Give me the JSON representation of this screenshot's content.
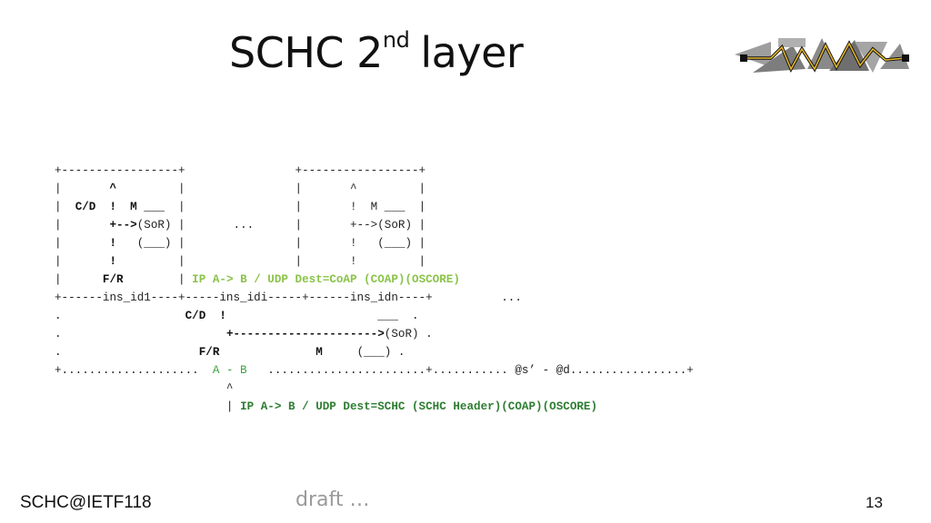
{
  "slide": {
    "title_main": "SCHC 2",
    "title_sup": "nd",
    "title_end": "layer",
    "footer_left": "SCHC@IETF118",
    "footer_center": "draft …",
    "page_number": "13"
  },
  "diagram": {
    "l1": "+-----------------+                +-----------------+",
    "l2a": "|       ",
    "l2b": "^",
    "l2c": "         |                |       ^         |",
    "l3a": "|  ",
    "l3b": "C/D  !  M ___",
    "l3c": "  |                |       !  M ___  |",
    "l4a": "|       ",
    "l4b": "+-->",
    "l4c": "(SoR) |       ...      |       +-->(SoR) |",
    "l5a": "|       ",
    "l5b": "!",
    "l5c": "   (___) |                |       !   (___) |",
    "l6a": "|       ",
    "l6b": "!",
    "l6c": "         |                |       !         |",
    "l7a": "|      ",
    "l7b": "F/R",
    "l7c": "        | ",
    "l7green": "IP A-> B / UDP Dest=CoAP (COAP)(OSCORE)",
    "l8": "+------ins_id1----+-----ins_idi-----+------ins_idn----+          ...",
    "l9a": ".                  ",
    "l9b": "C/D  !",
    "l9c": "                      ___  .",
    "l10a": ".                        ",
    "l10b": "+--------------------->",
    "l10c": "(SoR) .",
    "l11a": ".                    ",
    "l11b": "F/R",
    "l11c": "              ",
    "l11d": "M",
    "l11e": "     (___) .",
    "l12a": "+....................  ",
    "l12green": "A - B",
    "l12c": "   .......................+........... @s’ - @d.................+",
    "l13": "                         ^",
    "l14a": "                         | ",
    "l14green": "IP A-> B / UDP Dest=SCHC (SCHC Header)(COAP)(OSCORE)"
  }
}
